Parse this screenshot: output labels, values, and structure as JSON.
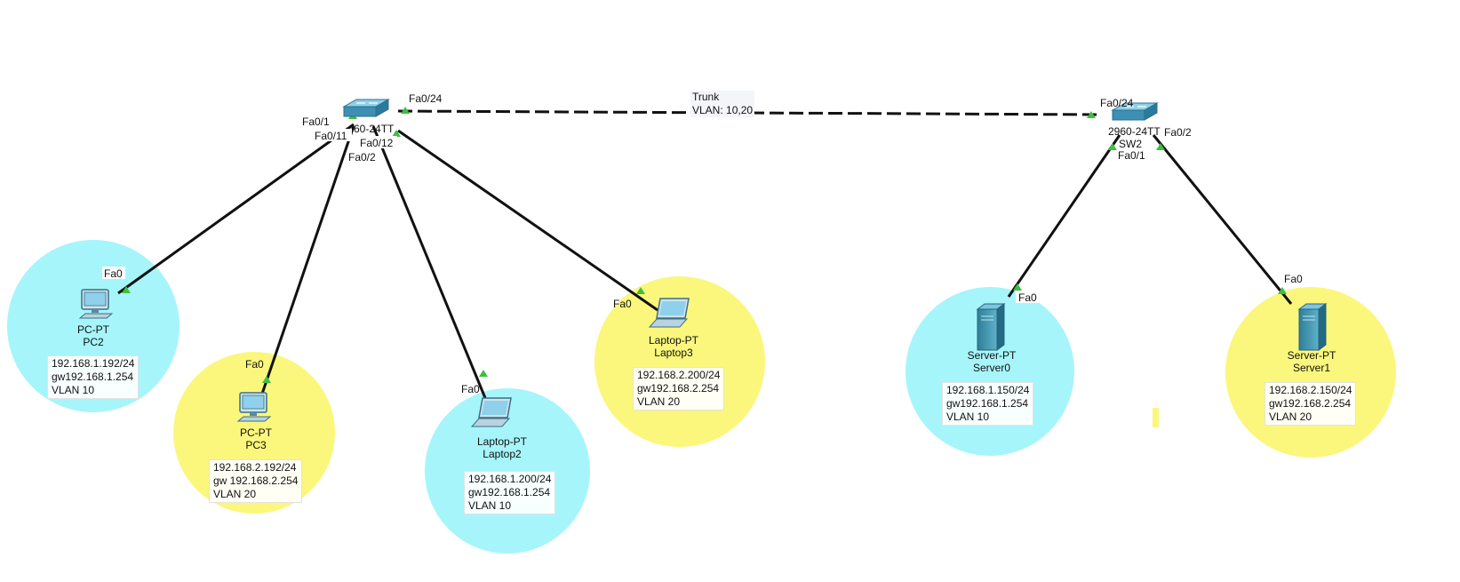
{
  "colors": {
    "vlan10_zone": "#a6f5fb",
    "vlan20_zone": "#fbf77c",
    "link": "#111111",
    "port_up": "#3fbf3f",
    "switch_body": "#4aa3c8",
    "pc_screen": "#8fd0ea"
  },
  "trunk_note": {
    "line1": "Trunk",
    "line2": "VLAN: 10,20"
  },
  "switch1": {
    "icon": "switch-icon",
    "model_partial": "60-24TT",
    "ports": {
      "fa0_24": "Fa0/24",
      "fa0_1": "Fa0/1",
      "fa0_11": "Fa0/11",
      "fa0_12": "Fa0/12",
      "fa0_2": "Fa0/2"
    }
  },
  "switch2": {
    "icon": "switch-icon",
    "model": "2960-24TT",
    "name_partial": "SW2",
    "ports": {
      "fa0_24": "Fa0/24",
      "fa0_1": "Fa0/1",
      "fa0_2": "Fa0/2"
    }
  },
  "devices": {
    "pc2": {
      "type": "PC-PT",
      "name": "PC2",
      "port": "Fa0",
      "icon": "pc-icon",
      "ip": "192.168.1.192/24",
      "gw": "gw192.168.1.254",
      "vlan": "VLAN 10"
    },
    "pc3": {
      "type": "PC-PT",
      "name": "PC3",
      "port": "Fa0",
      "icon": "pc-icon",
      "ip": "192.168.2.192/24",
      "gw": "gw 192.168.2.254",
      "vlan": "VLAN 20"
    },
    "laptop2": {
      "type": "Laptop-PT",
      "name": "Laptop2",
      "port": "Fa0",
      "icon": "laptop-icon",
      "ip": "192.168.1.200/24",
      "gw": "gw192.168.1.254",
      "vlan": "VLAN 10"
    },
    "laptop3": {
      "type": "Laptop-PT",
      "name": "Laptop3",
      "port": "Fa0",
      "icon": "laptop-icon",
      "ip": "192.168.2.200/24",
      "gw": "gw192.168.2.254",
      "vlan": "VLAN 20"
    },
    "server0": {
      "type": "Server-PT",
      "name": "Server0",
      "port": "Fa0",
      "icon": "server-icon",
      "ip": "192.168.1.150/24",
      "gw": "gw192.168.1.254",
      "vlan": "VLAN 10"
    },
    "server1": {
      "type": "Server-PT",
      "name": "Server1",
      "port": "Fa0",
      "icon": "server-icon",
      "ip": "192.168.2.150/24",
      "gw": "gw192.168.2.254",
      "vlan": "VLAN 20"
    }
  }
}
